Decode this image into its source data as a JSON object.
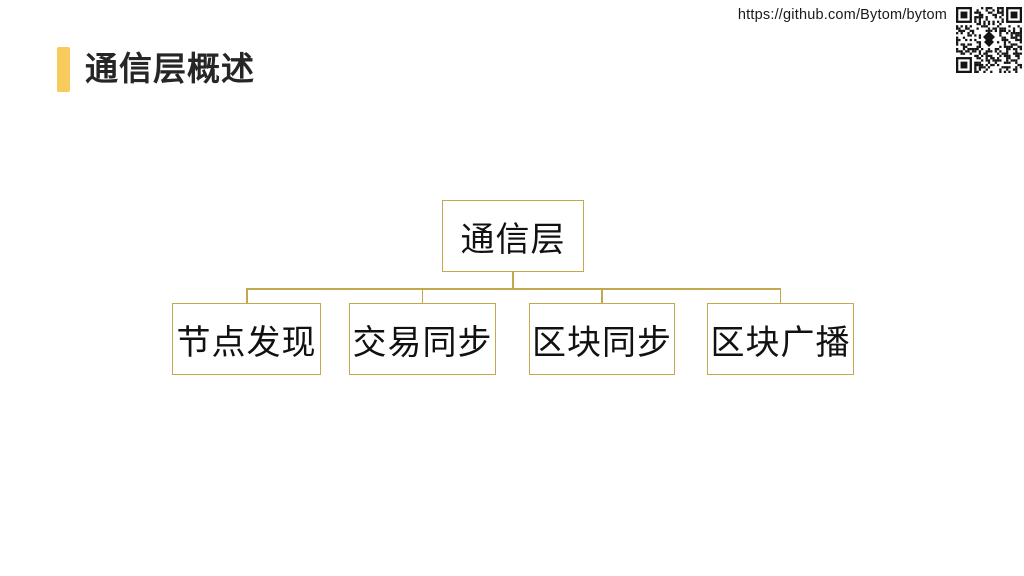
{
  "header": {
    "repo_url": "https://github.com/Bytom/bytom"
  },
  "title": {
    "text": "通信层概述"
  },
  "theme": {
    "accent-yellow": "#F7CB5C",
    "line-gold": "#C2A84F",
    "title-color": "#262626",
    "node-text-color": "#111111",
    "url-color": "#1A1A1A"
  },
  "diagram": {
    "root": {
      "label": "通信层"
    },
    "children": [
      {
        "label": "节点发现"
      },
      {
        "label": "交易同步"
      },
      {
        "label": "区块同步"
      },
      {
        "label": "区块广播"
      }
    ]
  }
}
